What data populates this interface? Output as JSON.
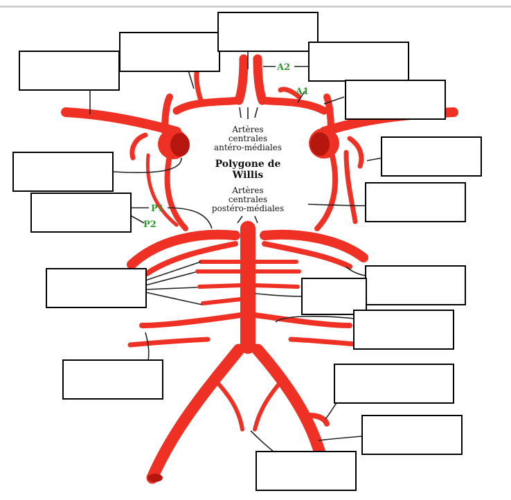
{
  "diagram": {
    "labels": {
      "a2": "A2",
      "a1": "A1",
      "p1": "P1",
      "p2": "P2",
      "antero_line1": "Artères",
      "antero_line2": "centrales",
      "antero_line3": "antéro-médiales",
      "polygone_line1": "Polygone de",
      "polygone_line2": "Willis",
      "postero_line1": "Artères",
      "postero_line2": "centrales",
      "postero_line3": "postéro-médiales"
    },
    "colors": {
      "artery": "#ee3124",
      "artery_dark": "#b5170f",
      "leader_line": "#222222",
      "green_label": "#2e9a2e",
      "box_border": "#000000"
    },
    "blank_label_count": 17
  }
}
